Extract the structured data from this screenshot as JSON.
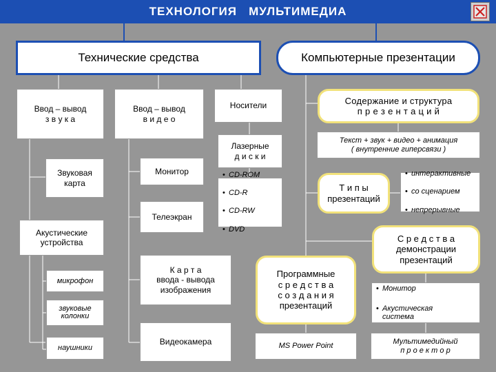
{
  "header": {
    "title": "ТЕХНОЛОГИЯ   МУЛЬТИМЕДИА",
    "close_icon": "close-x-icon"
  },
  "colors": {
    "header": "#1c4fb3",
    "background": "#969696",
    "box": "#ffffff",
    "rounded_border": "#f2e27a",
    "close_icon": "#cc2020"
  },
  "tech": {
    "title": "Технические  средства",
    "sound": {
      "title": "Ввод – вывод\nз в у к а",
      "sound_card": "Звуковая\nкарта",
      "acoustic": "Акустические\nустройства",
      "microphone": "микрофон",
      "speakers": "звуковые\nколонки",
      "headphones": "наушники"
    },
    "video": {
      "title": "Ввод – вывод\nв и д е о",
      "monitor": "Монитор",
      "tv_screen": "Телеэкран",
      "capture_card": "К а р т а\nввода - вывода\nизображения",
      "video_camera": "Видеокамера"
    },
    "media": {
      "title": "Носители",
      "laser_disks": "Лазерные\nд и с к и",
      "formats": [
        "CD-ROM",
        "CD-R",
        "CD-RW",
        "DVD"
      ]
    }
  },
  "presentations": {
    "title": "Компьютерные  презентации",
    "content": {
      "title": "Содержание  и  структура\nп р е з е н т а ц и й",
      "detail": "Текст + звук + видео + анимация\n( внутренние  гиперсвязи )"
    },
    "types": {
      "title": "Т и п ы\nпрезентаций",
      "items": [
        "интерактивные",
        "со  сценарием",
        "непрерывные"
      ]
    },
    "software": {
      "title": "Программные\nс р е д с т в а\nс о з д а н и я\nпрезентаций",
      "item": "MS  Power Point"
    },
    "demo": {
      "title": "С р е д с т в а\nдемонстрации\nпрезентаций",
      "items": [
        "Монитор",
        "Акустическая\nсистема"
      ],
      "projector": "Мультимедийный\nп р о е к т о р"
    }
  }
}
